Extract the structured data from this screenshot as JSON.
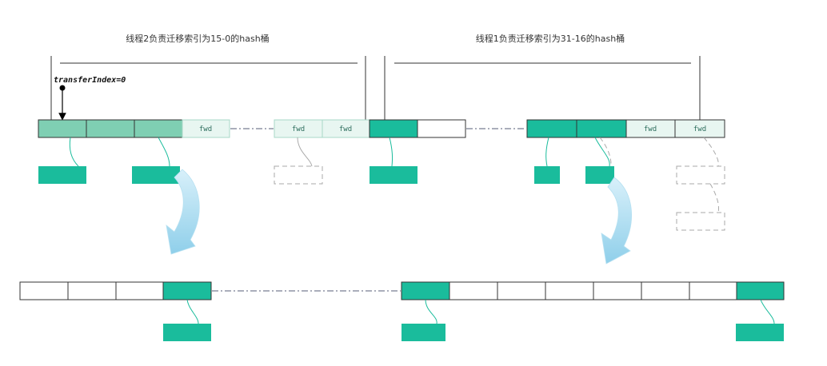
{
  "title_left": "线程2负责迁移索引为15-0的hash桶",
  "title_right": "线程1负责迁移索引为31-16的hash桶",
  "pointer_label": "transferIndex=0",
  "fwd_label": "fwd",
  "colors": {
    "primary": "#1abc9c",
    "processing": "#7fcfb3",
    "fwd_fill": "#e8f6f1",
    "fwd_stroke": "#a8d8c8",
    "arrow": "#9dd5ec",
    "line": "#333333",
    "dash": "#555c77"
  }
}
